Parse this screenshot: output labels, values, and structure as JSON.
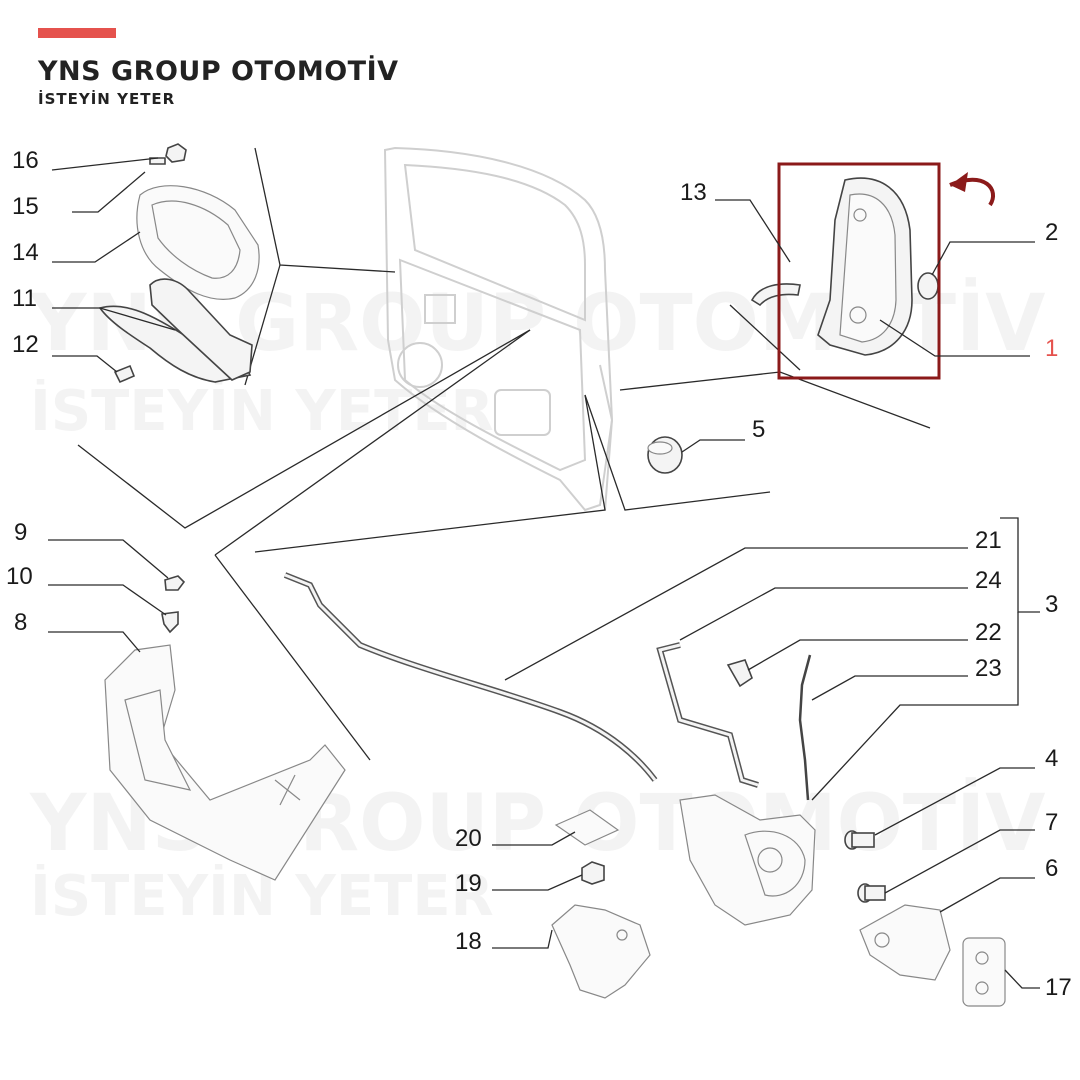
{
  "brand": {
    "name": "YNS GROUP OTOMOTİV",
    "slogan": "İSTEYİN YETER",
    "accent_color": "#e5524d",
    "highlight_color": "#8b1a1a"
  },
  "watermark": {
    "line1": "YNS GROUP OTOMOTİV",
    "line2": "İSTEYİN YETER"
  },
  "callouts": [
    {
      "id": "16",
      "label": "16"
    },
    {
      "id": "15",
      "label": "15"
    },
    {
      "id": "14",
      "label": "14"
    },
    {
      "id": "11",
      "label": "11"
    },
    {
      "id": "12",
      "label": "12"
    },
    {
      "id": "13",
      "label": "13"
    },
    {
      "id": "2",
      "label": "2"
    },
    {
      "id": "1",
      "label": "1",
      "highlighted": true
    },
    {
      "id": "5",
      "label": "5"
    },
    {
      "id": "9",
      "label": "9"
    },
    {
      "id": "10",
      "label": "10"
    },
    {
      "id": "8",
      "label": "8"
    },
    {
      "id": "21",
      "label": "21"
    },
    {
      "id": "24",
      "label": "24"
    },
    {
      "id": "3",
      "label": "3"
    },
    {
      "id": "22",
      "label": "22"
    },
    {
      "id": "23",
      "label": "23"
    },
    {
      "id": "4",
      "label": "4"
    },
    {
      "id": "7",
      "label": "7"
    },
    {
      "id": "6",
      "label": "6"
    },
    {
      "id": "20",
      "label": "20"
    },
    {
      "id": "19",
      "label": "19"
    },
    {
      "id": "18",
      "label": "18"
    },
    {
      "id": "17",
      "label": "17"
    }
  ],
  "icons": {
    "highlight_arrow": "arrow-left-icon",
    "highlight_box": "highlight-box"
  }
}
